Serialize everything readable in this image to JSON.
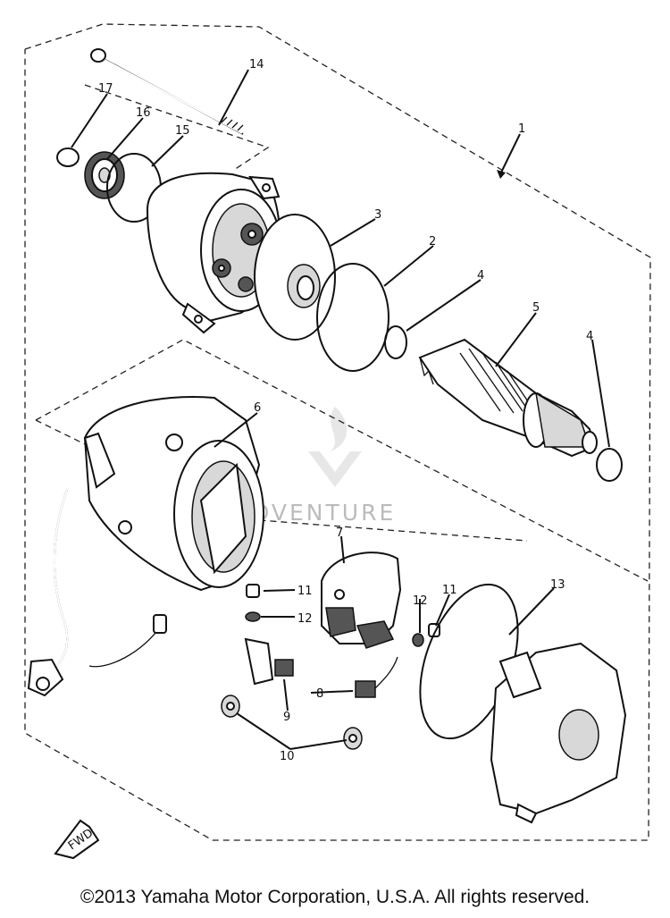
{
  "callouts": {
    "c1": "1",
    "c2": "2",
    "c3": "3",
    "c4a": "4",
    "c4b": "4",
    "c5": "5",
    "c6": "6",
    "c7": "7",
    "c8": "8",
    "c9": "9",
    "c10": "10",
    "c11a": "11",
    "c11b": "11",
    "c12a": "12",
    "c12b": "12",
    "c13": "13",
    "c14": "14",
    "c15": "15",
    "c16": "16",
    "c17": "17"
  },
  "fwd_label": "FWD",
  "watermark": "ADVENTURE",
  "copyright": "©2013 Yamaha Motor Corporation, U.S.A. All rights reserved."
}
